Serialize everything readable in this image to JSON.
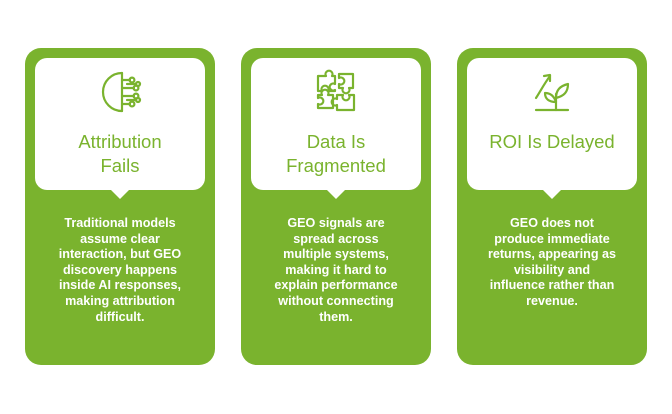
{
  "colors": {
    "card_green": "#7ab32e",
    "header_bg": "#ffffff",
    "background": "#ffffff"
  },
  "cards": [
    {
      "icon": "ai-brain-circuit-icon",
      "title": "Attribution\nFails",
      "body": "Traditional models\nassume clear\ninteraction, but GEO\ndiscovery happens\ninside AI responses,\nmaking attribution\ndifficult."
    },
    {
      "icon": "puzzle-pieces-icon",
      "title": "Data Is\nFragmented",
      "body": "GEO signals are\nspread across\nmultiple systems,\nmaking it hard to\nexplain performance\nwithout connecting\nthem."
    },
    {
      "icon": "growth-plant-arrow-icon",
      "title": "ROI Is Delayed",
      "body": "GEO does not\nproduce immediate\nreturns, appearing as\nvisibility and\ninfluence rather than\nrevenue."
    }
  ]
}
